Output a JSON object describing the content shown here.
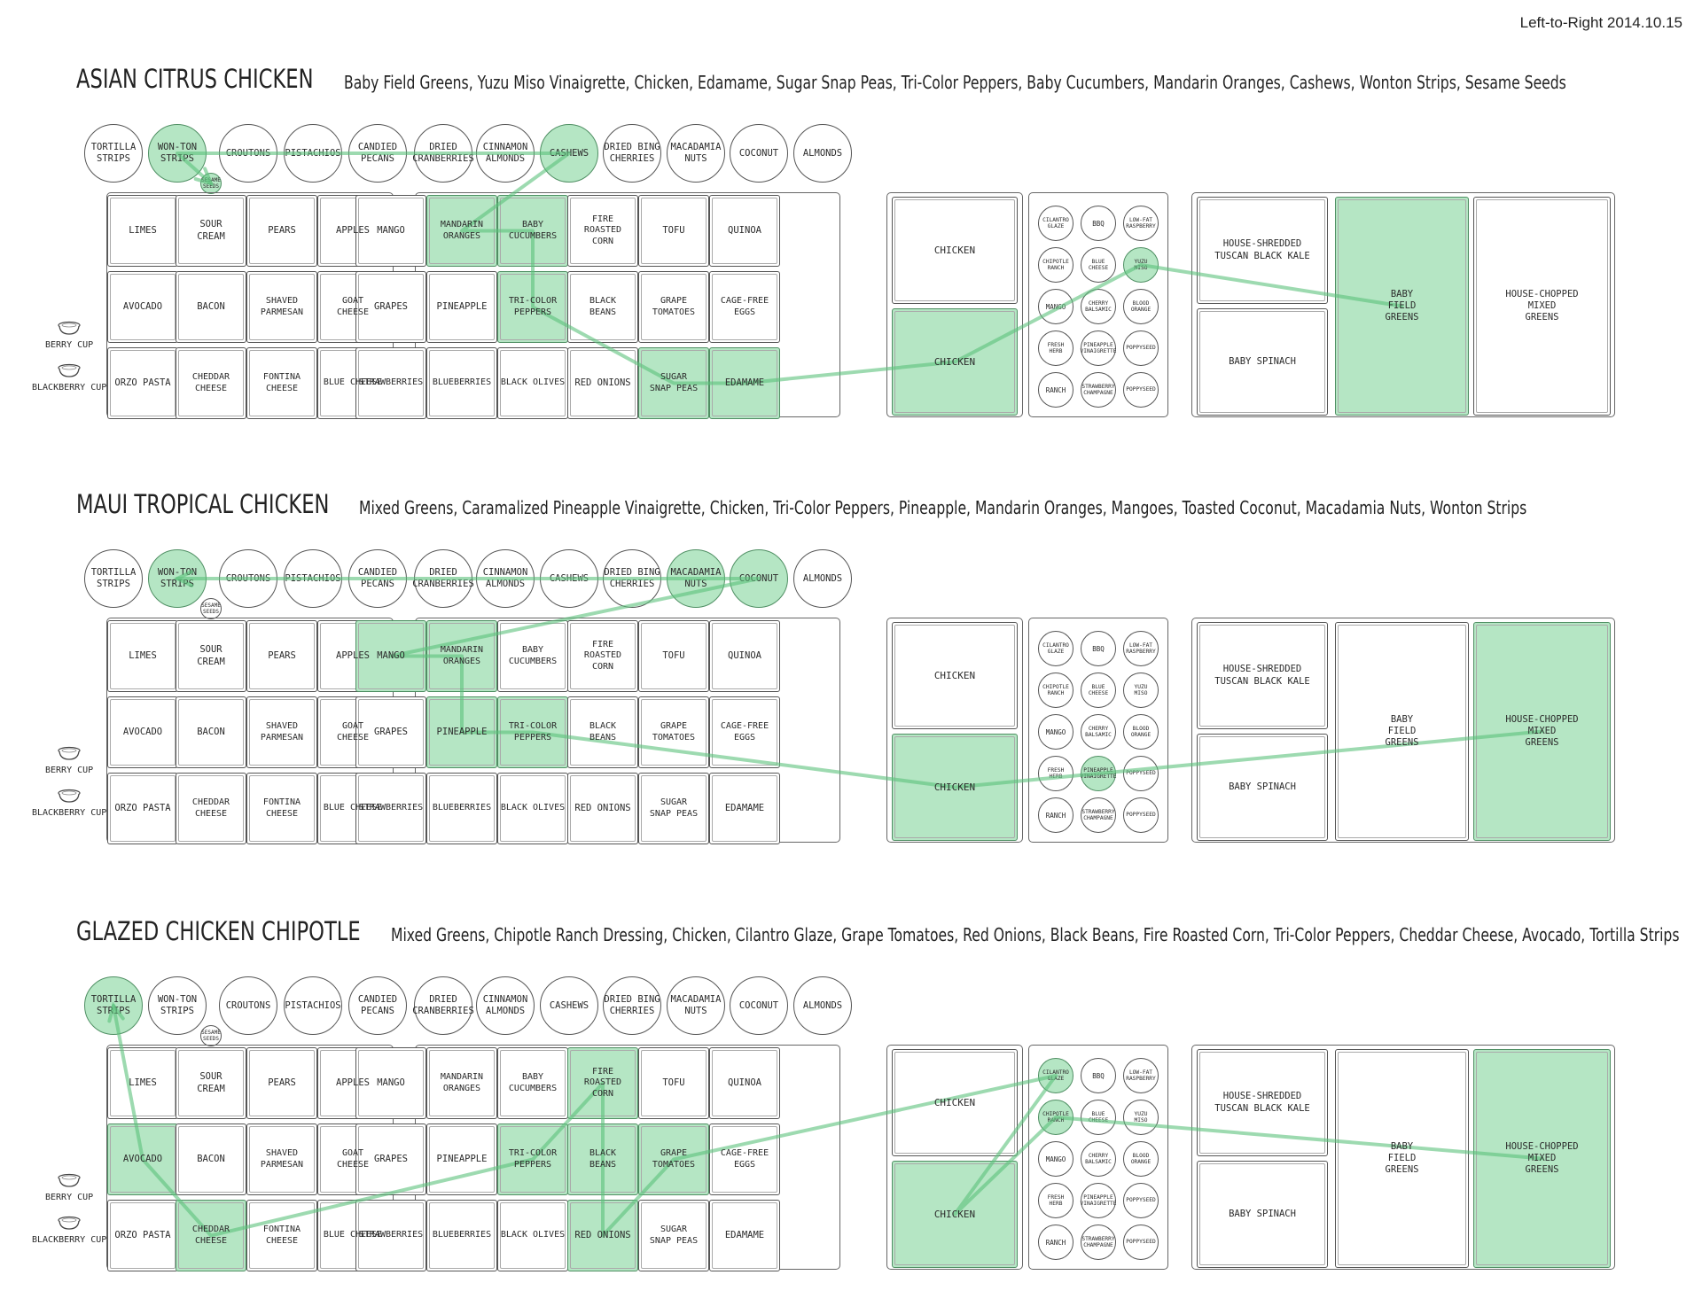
{
  "header": {
    "label": "Left-to-Right 2014.10.15"
  },
  "colors": {
    "highlight": "#b5e6c4",
    "route": "#5cc27c",
    "outline": "#555555"
  },
  "layout": {
    "toppings": [
      "TORTILLA\nSTRIPS",
      "WON-TON\nSTRIPS",
      "CROUTONS",
      "PISTACHIOS",
      "CANDIED\nPECANS",
      "DRIED\nCRANBERRIES",
      "CINNAMON\nALMONDS",
      "CASHEWS",
      "DRIED BING\nCHERRIES",
      "MACADAMIA\nNUTS",
      "COCONUT",
      "ALMONDS"
    ],
    "sesame": "SESAME\nSEEDS",
    "left_grid": [
      [
        "LIMES",
        "SOUR\nCREAM",
        "PEARS",
        "APPLES"
      ],
      [
        "AVOCADO",
        "BACON",
        "SHAVED\nPARMESAN",
        "GOAT\nCHEESE"
      ],
      [
        "ORZO PASTA",
        "CHEDDAR\nCHEESE",
        "FONTINA\nCHEESE",
        "BLUE CHEESE"
      ]
    ],
    "right_grid": [
      [
        "MANGO",
        "MANDARIN\nORANGES",
        "BABY\nCUCUMBERS",
        "FIRE\nROASTED\nCORN",
        "TOFU",
        "QUINOA"
      ],
      [
        "GRAPES",
        "PINEAPPLE",
        "TRI-COLOR\nPEPPERS",
        "BLACK\nBEANS",
        "GRAPE\nTOMATOES",
        "CAGE-FREE\nEGGS"
      ],
      [
        "STRAWBERRIES",
        "BLUEBERRIES",
        "BLACK OLIVES",
        "RED ONIONS",
        "SUGAR\nSNAP PEAS",
        "EDAMAME"
      ]
    ],
    "chicken": [
      "CHICKEN",
      "CHICKEN"
    ],
    "dressings": [
      [
        "CILANTRO\nGLAZE",
        "BBQ",
        "LOW-FAT\nRASPBERRY"
      ],
      [
        "CHIPOTLE\nRANCH",
        "BLUE\nCHEESE",
        "YUZU\nMISO"
      ],
      [
        "MANGO",
        "CHERRY\nBALSAMIC",
        "BLOOD\nORANGE"
      ],
      [
        "FRESH\nHERB",
        "PINEAPPLE\nVINAIGRETTE",
        "POPPYSEED"
      ],
      [
        "RANCH",
        "STRAWBERRY\nCHAMPAGNE",
        "POPPYSEED"
      ]
    ],
    "greens": {
      "kale": "HOUSE-SHREDDED\nTUSCAN BLACK KALE",
      "spinach": "BABY SPINACH",
      "field": "BABY\nFIELD\nGREENS",
      "mixed": "HOUSE-CHOPPED\nMIXED\nGREENS"
    },
    "cups": [
      "BERRY CUP",
      "BLACKBERRY CUP"
    ]
  },
  "salads": [
    {
      "title": "ASIAN CITRUS CHICKEN",
      "ingredients": "Baby Field Greens, Yuzu Miso Vinaigrette, Chicken, Edamame, Sugar Snap Peas, Tri-Color Peppers, Baby Cucumbers, Mandarin Oranges, Cashews, Wonton Strips, Sesame Seeds",
      "highlight": [
        "top:1",
        "top:7",
        "sesame",
        "right:0:1",
        "right:0:2",
        "right:1:2",
        "right:2:4",
        "right:2:5",
        "chicken:1",
        "dress:1:2",
        "green:field"
      ],
      "route": [
        "green:field",
        "dress:1:2",
        "chicken:1",
        "right:2:5",
        "right:2:4",
        "right:1:2",
        "right:0:2",
        "right:0:1",
        "top:7",
        "top:1",
        "sesame"
      ]
    },
    {
      "title": "MAUI TROPICAL CHICKEN",
      "ingredients": "Mixed Greens, Caramalized Pineapple Vinaigrette, Chicken, Tri-Color Peppers, Pineapple, Mandarin Oranges, Mangoes, Toasted Coconut, Macadamia Nuts, Wonton Strips",
      "highlight": [
        "top:1",
        "top:9",
        "top:10",
        "right:0:0",
        "right:0:1",
        "right:1:1",
        "right:1:2",
        "chicken:1",
        "dress:3:1",
        "green:mixed"
      ],
      "route": [
        "green:mixed",
        "dress:3:1",
        "chicken:1",
        "right:1:2",
        "right:1:1",
        "right:0:1",
        "right:0:0",
        "top:10",
        "top:9",
        "top:1"
      ]
    },
    {
      "title": "GLAZED CHICKEN CHIPOTLE",
      "ingredients": "Mixed Greens, Chipotle Ranch Dressing, Chicken, Cilantro Glaze, Grape Tomatoes, Red Onions, Black Beans, Fire Roasted Corn, Tri-Color Peppers, Cheddar Cheese, Avocado, Tortilla Strips",
      "highlight": [
        "top:0",
        "left:1:0",
        "left:2:1",
        "right:0:3",
        "right:1:2",
        "right:1:3",
        "right:1:4",
        "right:2:3",
        "chicken:1",
        "dress:0:0",
        "dress:1:0",
        "green:mixed"
      ],
      "route": [
        "green:mixed",
        "dress:1:0",
        "chicken:1",
        "dress:0:0",
        "right:1:4",
        "right:2:3",
        "right:1:3",
        "right:0:3",
        "right:1:2",
        "left:2:1",
        "left:1:0",
        "top:0"
      ]
    }
  ]
}
